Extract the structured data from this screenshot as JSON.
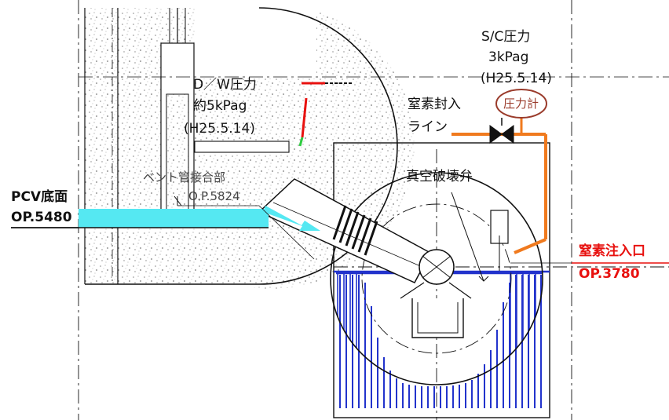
{
  "labels": {
    "sc_pressure_title": "S/C圧力",
    "sc_pressure_value": "3kPag",
    "sc_pressure_date": "(H25.5.14)",
    "dw_pressure_title": "D／W圧力",
    "dw_pressure_value": "約5kPag",
    "dw_pressure_date": "(H25.5.14)",
    "nitrogen_line_1": "窒素封入",
    "nitrogen_line_2": "ライン",
    "pressure_gauge": "圧力計",
    "vent_pipe_joint": "ベント管接合部",
    "vent_pipe_op": "O.P.5824",
    "vacuum_breaker": "真空破壊弁",
    "pcv_bottom": "PCV底面",
    "pcv_op": "OP.5480",
    "nitrogen_inlet": "窒素注入口",
    "nitrogen_inlet_op": "OP.3780"
  },
  "colors": {
    "line_black": "#111111",
    "water_cyan": "#55e8f2",
    "water_blue": "#2233cc",
    "nitrogen_orange": "#f07a1e",
    "annotation_red": "#e8110f",
    "gauge_brown": "#9a3b2b",
    "concrete_gray": "#9a9a9a"
  },
  "icons": {
    "valve": "bowtie-valve-icon",
    "gauge": "pressure-gauge-icon",
    "flow_arrow": "right-arrow-icon"
  }
}
